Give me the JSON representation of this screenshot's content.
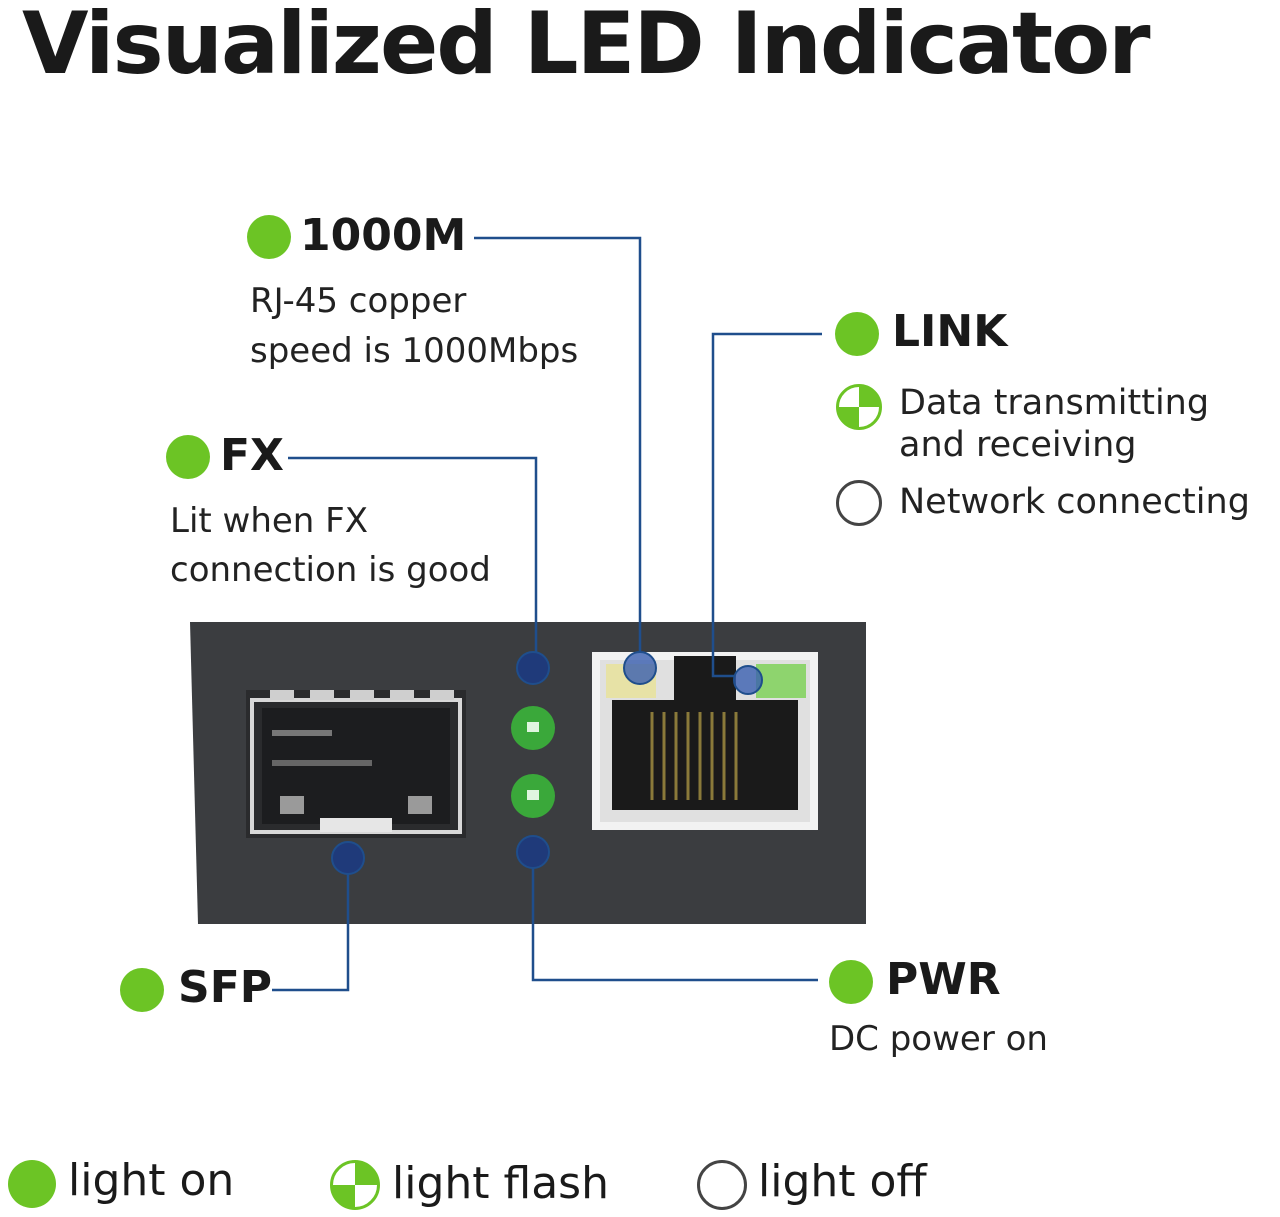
{
  "title": "Visualized LED Indicator",
  "indicators": {
    "m1000": {
      "name": "1000M",
      "desc_lines": [
        "RJ-45 copper",
        "speed is 1000Mbps"
      ]
    },
    "link": {
      "name": "LINK",
      "flash_desc_lines": [
        "Data transmitting",
        "and receiving"
      ],
      "off_desc": "Network connecting"
    },
    "fx": {
      "name": "FX",
      "desc_lines": [
        "Lit when FX",
        "connection is good"
      ]
    },
    "sfp": {
      "name": "SFP"
    },
    "pwr": {
      "name": "PWR",
      "desc": "DC power on"
    }
  },
  "legend": {
    "on": "light on",
    "flash": "light flash",
    "off": "light off"
  },
  "colors": {
    "led_green": "#6cc425",
    "callout_line": "#1f4e8c",
    "panel": "#3b3d40"
  }
}
